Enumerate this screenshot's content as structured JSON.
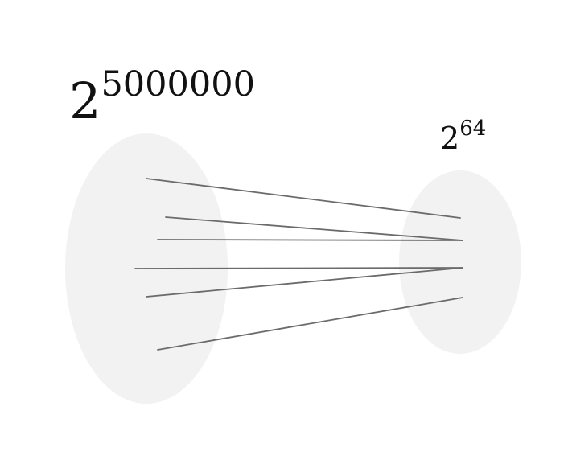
{
  "domain_set": {
    "label_base": "2",
    "label_exponent": "5000000"
  },
  "codomain_set": {
    "label_base": "2",
    "label_exponent": "64"
  },
  "mappings_count": 6,
  "colors": {
    "set_fill": "#f2f2f2",
    "line": "#6b6b6b",
    "text": "#111111"
  }
}
